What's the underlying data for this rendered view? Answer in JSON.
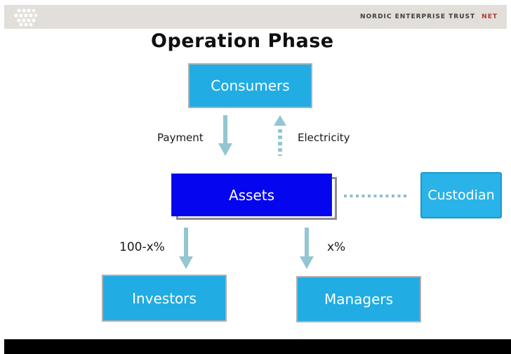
{
  "slide": {
    "title": "Operation Phase"
  },
  "header": {
    "brand": "NORDIC ENTERPRISE TRUST",
    "brand_accent": "NET",
    "logo": "dots-cluster-logo"
  },
  "diagram": {
    "nodes": {
      "consumers": "Consumers",
      "assets": "Assets",
      "custodian": "Custodian",
      "investors": "Investors",
      "managers": "Managers"
    },
    "labels": {
      "payment": "Payment",
      "electricity": "Electricity",
      "investor_share": "100-x%",
      "manager_share": "x%"
    },
    "edges": [
      {
        "from": "consumers",
        "to": "assets",
        "label": "Payment",
        "style": "solid",
        "direction": "down"
      },
      {
        "from": "assets",
        "to": "consumers",
        "label": "Electricity",
        "style": "dashed",
        "direction": "up"
      },
      {
        "from": "assets",
        "to": "custodian",
        "label": "",
        "style": "dotted",
        "direction": "none"
      },
      {
        "from": "assets",
        "to": "investors",
        "label": "100-x%",
        "style": "solid",
        "direction": "down"
      },
      {
        "from": "assets",
        "to": "managers",
        "label": "x%",
        "style": "solid",
        "direction": "down"
      }
    ]
  },
  "colors": {
    "node_cyan": "#21ace3",
    "node_border_gray": "#b0b0b0",
    "assets_blue": "#0505ef",
    "assets_shadow_gray": "#8e8e8e",
    "custodian_border": "#1c97ce",
    "arrow_teal": "#93c6d0",
    "header_gray": "#e2dfda",
    "brand_text": "#3e3c3b",
    "brand_red": "#ac3931",
    "footer_black": "#000000"
  }
}
